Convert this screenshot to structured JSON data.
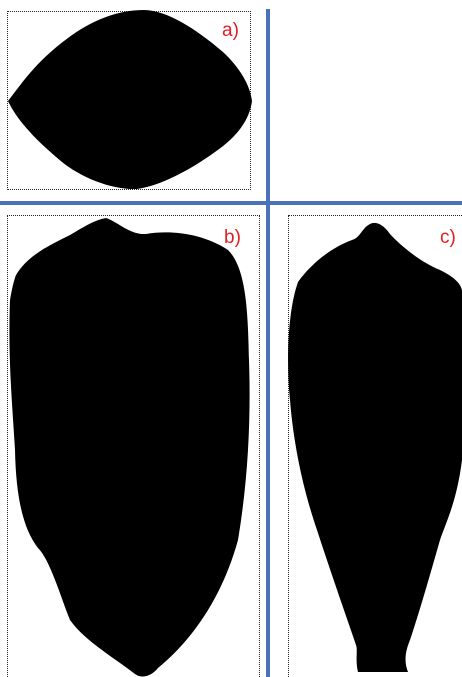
{
  "panels": [
    {
      "id": "a",
      "label": "a)"
    },
    {
      "id": "b",
      "label": "b)"
    },
    {
      "id": "c",
      "label": "c)"
    }
  ],
  "colors": {
    "divider": "#4a72b8",
    "label": "#e02020",
    "shape": "#000000",
    "frame": "#222222"
  }
}
